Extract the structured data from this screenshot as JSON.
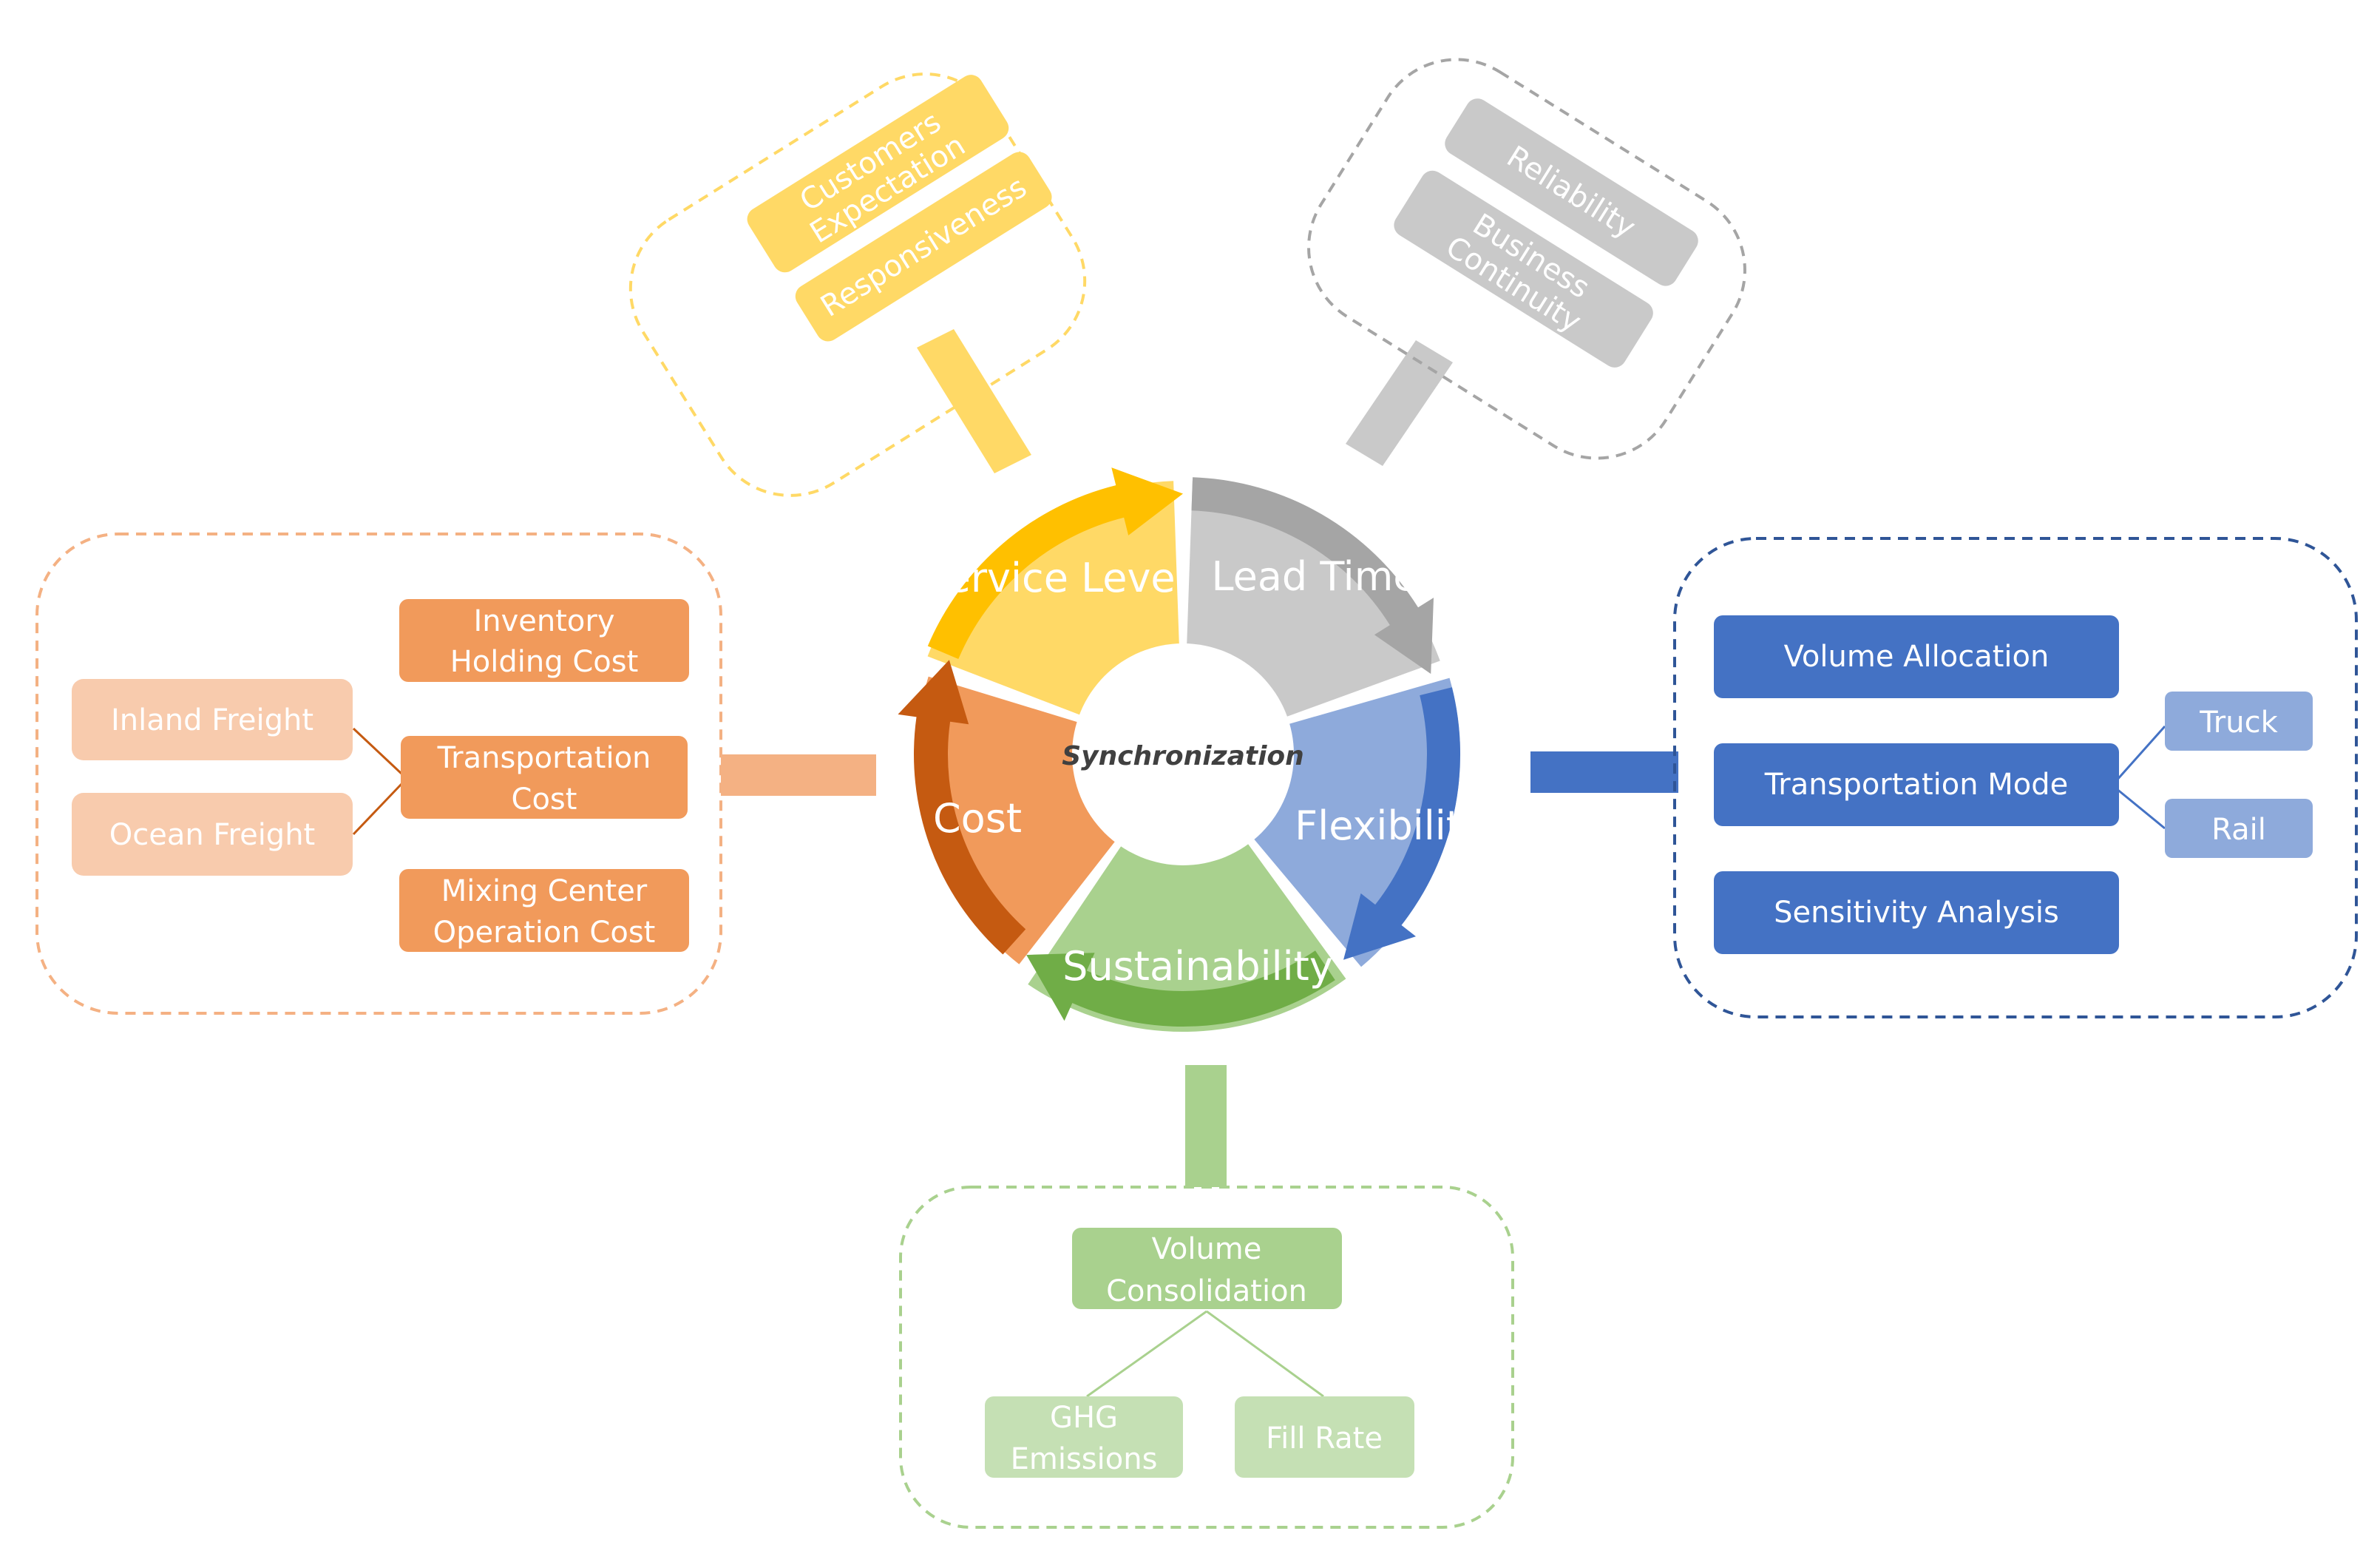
{
  "center": {
    "label": "Synchronization"
  },
  "segments": {
    "service_level": {
      "label": "Service Level"
    },
    "lead_time": {
      "label": "Lead Time"
    },
    "flexibility": {
      "label": "Flexibility"
    },
    "sustainability": {
      "label": "Sustainability"
    },
    "cost": {
      "label": "Cost"
    }
  },
  "service_group": {
    "items": [
      "Customers Expectation",
      "Responsiveness"
    ],
    "item_lines": [
      [
        "Customers",
        "Expectation"
      ],
      [
        "Responsiveness"
      ]
    ]
  },
  "lead_group": {
    "items": [
      "Reliability",
      "Business Continuity"
    ],
    "item_lines": [
      [
        "Reliability"
      ],
      [
        "Business",
        "Continuity"
      ]
    ]
  },
  "cost_group": {
    "main_items": [
      "Inventory Holding Cost",
      "Transportation Cost",
      "Mixing Center Operation Cost"
    ],
    "main_lines": [
      [
        "Inventory",
        "Holding Cost"
      ],
      [
        "Transportation",
        "Cost"
      ],
      [
        "Mixing Center",
        "Operation Cost"
      ]
    ],
    "sub_items": [
      "Inland Freight",
      "Ocean Freight"
    ]
  },
  "flex_group": {
    "main_items": [
      "Volume Allocation",
      "Transportation Mode",
      "Sensitivity Analysis"
    ],
    "sub_items": [
      "Truck",
      "Rail"
    ]
  },
  "sust_group": {
    "main_item": "Volume Consolidation",
    "main_lines": [
      "Volume",
      "Consolidation"
    ],
    "sub_items": [
      "GHG Emissions",
      "Fill Rate"
    ],
    "ghg_lines": [
      "GHG",
      "Emissions"
    ]
  },
  "colors": {
    "yellow": "#ffd966",
    "yellow_dark": "#ffc000",
    "gray": "#c9c9c9",
    "gray_dark": "#a5a5a5",
    "blue": "#8eaadb",
    "blue_dark": "#4472c4",
    "green": "#a9d18e",
    "green_dark": "#70ad47",
    "orange": "#f19a5b",
    "orange_dark": "#c55a11",
    "orange_light": "#f8cbad"
  }
}
